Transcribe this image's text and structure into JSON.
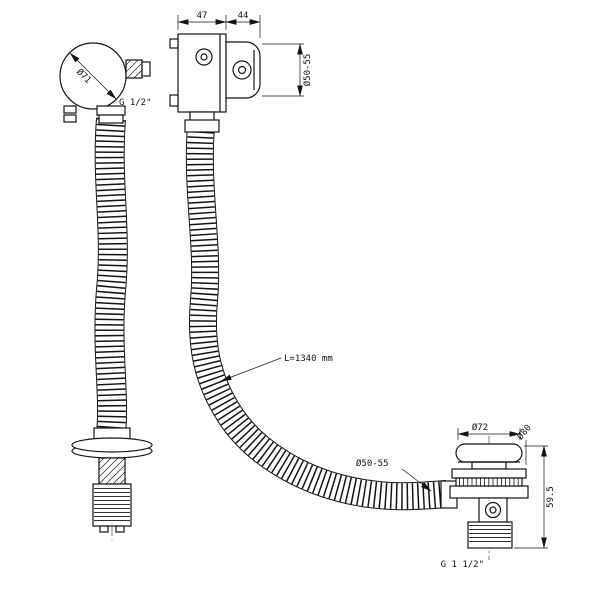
{
  "labels": {
    "overflow_diameter": "Ø71",
    "overflow_thread": "G 1/2\"",
    "body_width": "47",
    "cap_width": "44",
    "overflow_connection": "Ø50-55",
    "hose_length": "L=1340 mm",
    "drain_connection": "Ø50-55",
    "cap_diameter": "Ø72",
    "flange_diameter": "Ø80",
    "drain_height": "59.5",
    "drain_thread": "G 1 1/2\""
  },
  "colors": {
    "line": "#141414",
    "background": "#ffffff"
  }
}
